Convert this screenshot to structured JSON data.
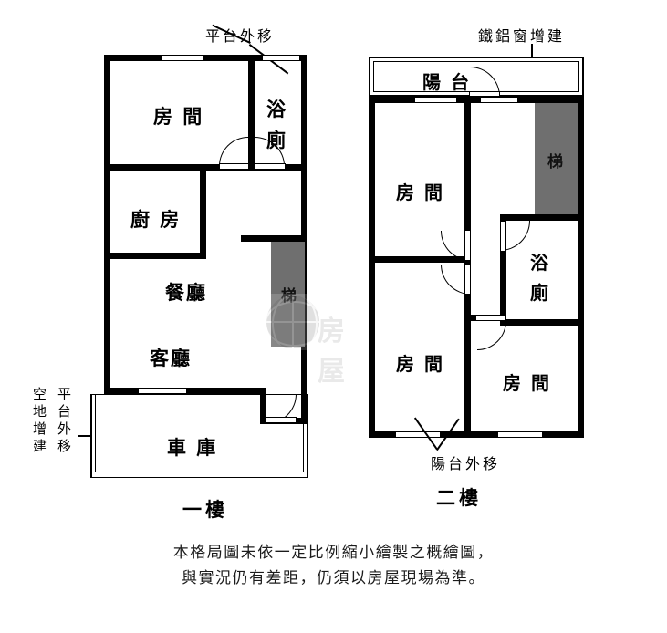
{
  "document": {
    "type": "floor-plan",
    "caption_line1": "本格局圖未依一定比例縮小繪製之概繪圖，",
    "caption_line2": "與實況仍有差距，仍須以房屋現場為準。"
  },
  "watermark": {
    "text": "房屋"
  },
  "floor1": {
    "title": "一樓",
    "annotations": {
      "top": "平台外移",
      "left_outer": "空地增建",
      "left_inner": "平台外移"
    },
    "rooms": [
      {
        "id": "bedroom",
        "label": "房 間",
        "name": "room-bedroom"
      },
      {
        "id": "bathroom",
        "label": "浴\n廁",
        "name": "room-bathroom"
      },
      {
        "id": "kitchen",
        "label": "廚 房",
        "name": "room-kitchen"
      },
      {
        "id": "dining",
        "label": "餐廳",
        "name": "room-dining"
      },
      {
        "id": "living",
        "label": "客廳",
        "name": "room-living"
      },
      {
        "id": "garage",
        "label": "車 庫",
        "name": "room-garage"
      },
      {
        "id": "stairs",
        "label": "梯",
        "name": "room-stairs"
      }
    ]
  },
  "floor2": {
    "title": "二樓",
    "annotations": {
      "top": "鐵鋁窗增建",
      "bottom": "陽台外移"
    },
    "rooms": [
      {
        "id": "balcony",
        "label": "陽 台",
        "name": "room-balcony"
      },
      {
        "id": "bedroom1",
        "label": "房 間",
        "name": "room-bedroom-1"
      },
      {
        "id": "stairs",
        "label": "梯",
        "name": "room-stairs"
      },
      {
        "id": "bathroom",
        "label": "浴\n廁",
        "name": "room-bathroom"
      },
      {
        "id": "bedroom2",
        "label": "房 間",
        "name": "room-bedroom-2"
      },
      {
        "id": "bedroom3",
        "label": "房 間",
        "name": "room-bedroom-3"
      }
    ]
  }
}
